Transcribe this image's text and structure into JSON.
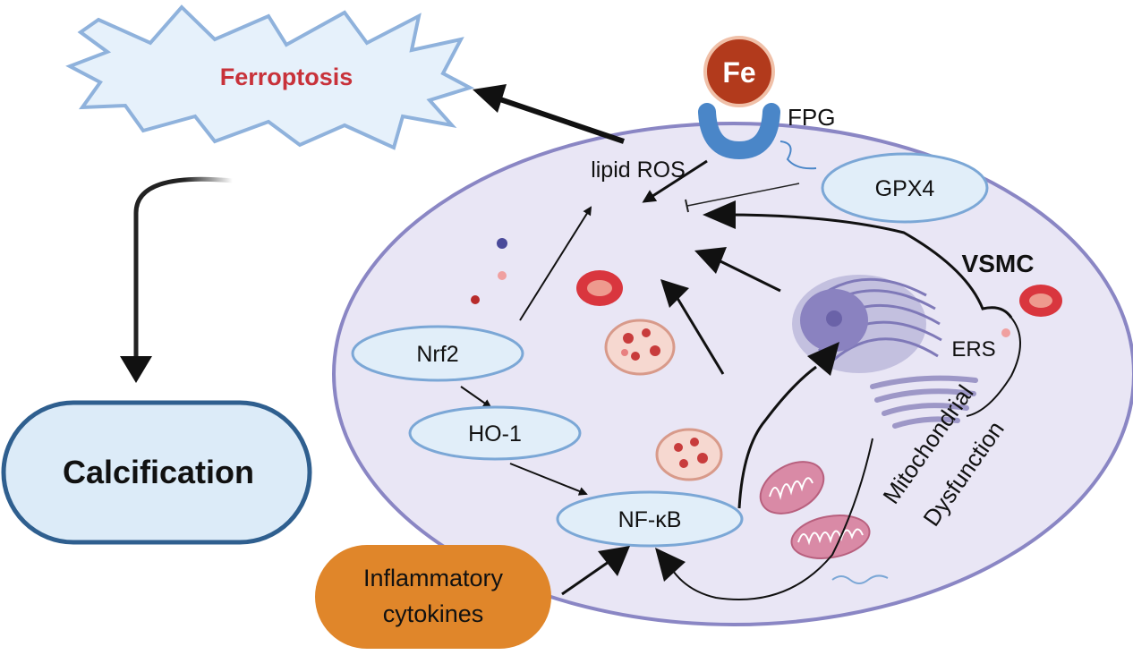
{
  "labels": {
    "ferroptosis": "Ferroptosis",
    "calcification": "Calcification",
    "fe": "Fe",
    "fpg": "FPG",
    "lipid_ros": "lipid ROS",
    "gpx4": "GPX4",
    "vsmc": "VSMC",
    "ers": "ERS",
    "nrf2": "Nrf2",
    "ho1": "HO-1",
    "nfkb": "NF-κB",
    "inflammatory_line1": "Inflammatory",
    "inflammatory_line2": "cytokines",
    "mito_line1": "Mitochondrial",
    "mito_line2": "Dysfunction"
  },
  "colors": {
    "ferroptosis_text": "#c8323a",
    "ferroptosis_fill": "#e6f1fb",
    "burst_stroke": "#8fb2dc",
    "calcification_fill": "#dcebf8",
    "calcification_stroke": "#2f5f8f",
    "cell_fill": "#e9e6f5",
    "cell_stroke": "#8a86c4",
    "fe_fill": "#b23a1c",
    "receptor": "#4a86c8",
    "node_fill": "#e1eef9",
    "node_stroke": "#7ba7d6",
    "inflammatory_fill": "#e0862a",
    "rbc": "#d9363e",
    "mito": "#d98aa6",
    "nucleus": "#8a82c0",
    "arrow": "#111111"
  }
}
